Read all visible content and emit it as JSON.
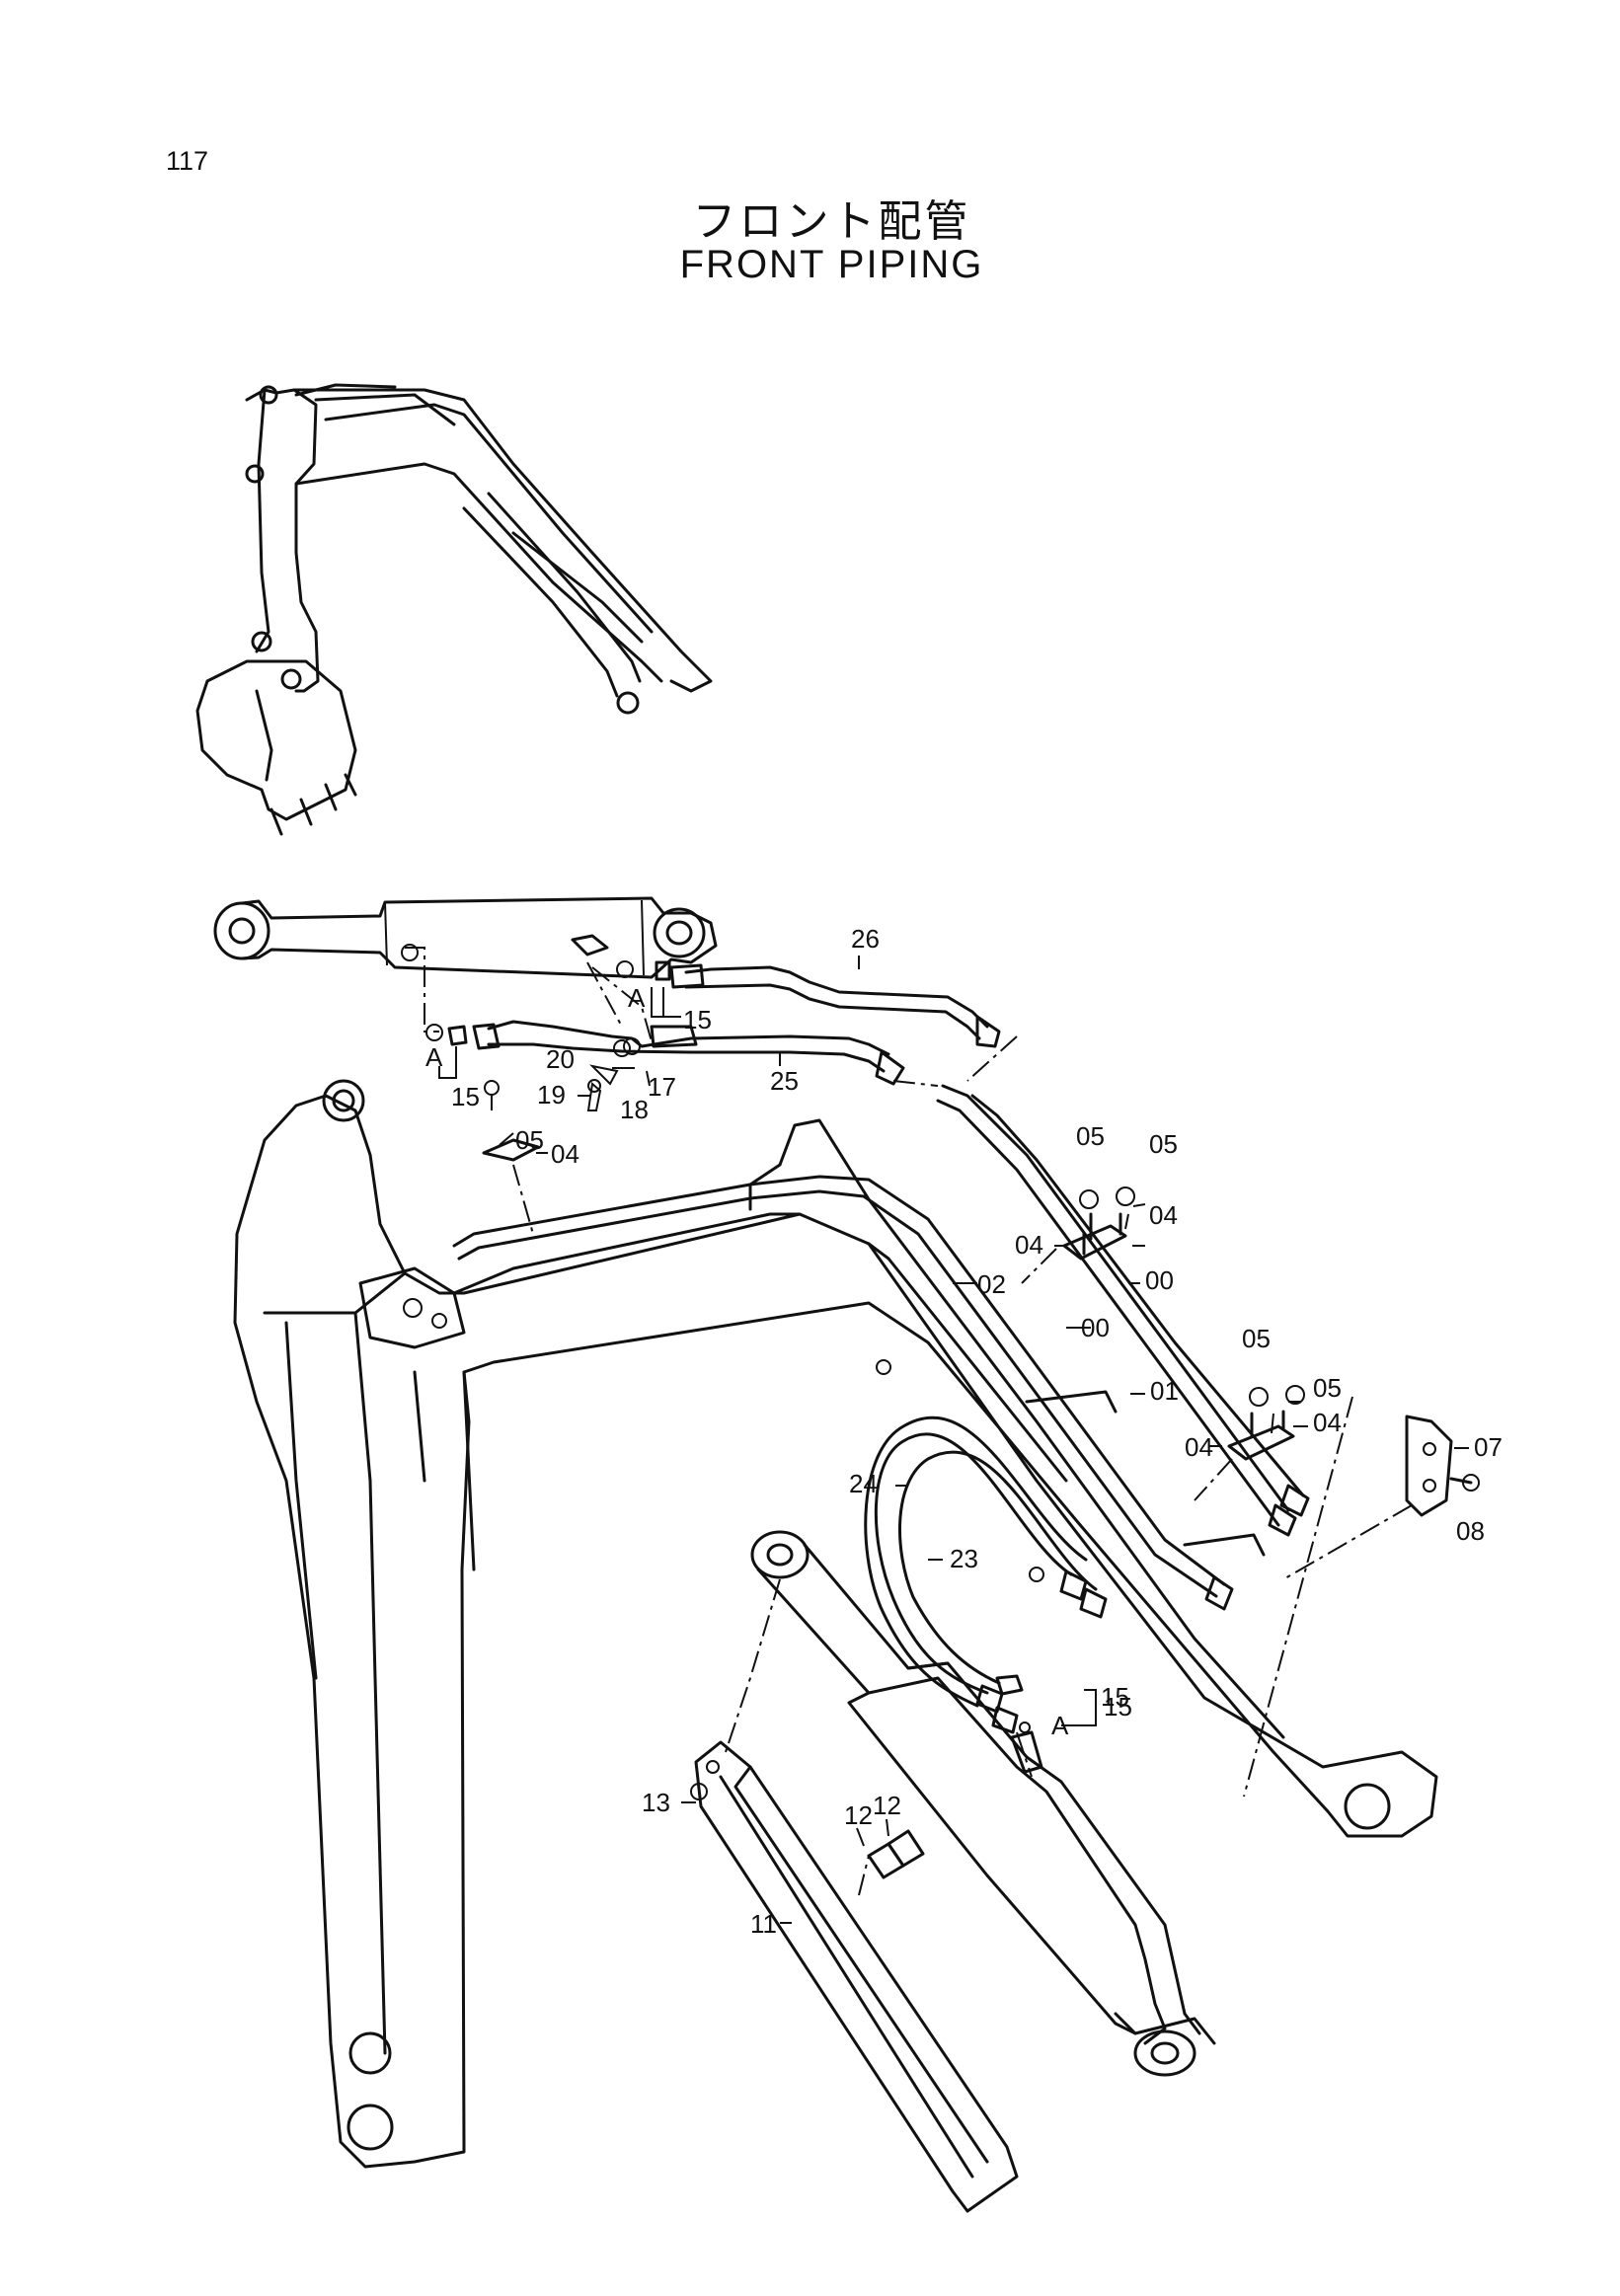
{
  "page_number": "117",
  "title_jp": "フロント配管",
  "title_en": "FRONT PIPING",
  "part_labels": [
    "26",
    "15",
    "A",
    "A",
    "15",
    "20",
    "17",
    "25",
    "19",
    "18",
    "15",
    "05",
    "04",
    "05",
    "05",
    "04",
    "04",
    "00",
    "00",
    "02",
    "01",
    "05",
    "05",
    "04",
    "04",
    "07",
    "08",
    "24",
    "23",
    "15",
    "A",
    "13",
    "12",
    "12",
    "11"
  ]
}
